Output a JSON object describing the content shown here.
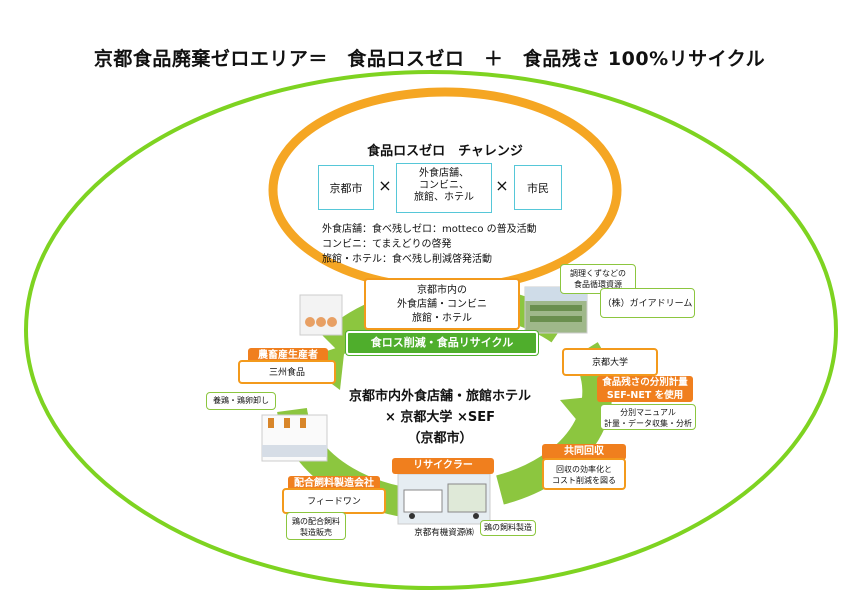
{
  "title": "京都食品廃棄ゼロエリア＝　食品ロスゼロ　＋　食品残さ 100%リサイクル",
  "challenge": {
    "heading": "食品ロスゼロ　チャレンジ",
    "actors": [
      "京都市",
      "外食店舗、\nコンビニ、\n旅館、ホテル",
      "市民"
    ],
    "times": "×",
    "lines": [
      "外食店舗：食べ残しゼロ：motteco の普及活動",
      "コンビニ：てまえどりの啓発",
      "旅館・ホテル：食べ残し削減啓発活動"
    ]
  },
  "top_box": "京都市内の\n外食店舗・コンビニ\n旅館・ホテル",
  "banner": "食ロス削減・食品リサイクル",
  "center": {
    "line1": "京都市内外食店舗・旅館ホテル",
    "line2": "× 京都大学 ×SEF",
    "line3": "（京都市）"
  },
  "right_top": {
    "note": "調理くずなどの\n食品循環資源",
    "company": "（株）ガイアドリーム"
  },
  "left_top": {
    "tag": "農畜産生産者",
    "name": "三州食品",
    "note": "養鶏・鶏卵卸し"
  },
  "right_mid": {
    "name": "京都大学",
    "tag": "食品残さの分別計量\nSEF-NET を使用",
    "note": "分別マニュアル\n計量・データ収集・分析"
  },
  "collect": {
    "tag": "共同回収",
    "note": "回収の効率化と\nコスト削減を図る"
  },
  "recycler": {
    "tag": "リサイクラー",
    "name": "京都有機資源㈱",
    "note": "鶏の飼料製造"
  },
  "feed": {
    "tag": "配合飼料製造会社",
    "name": "フィードワン",
    "note": "鶏の配合飼料\n製造販売"
  },
  "colors": {
    "outer_ring": "#7ed321",
    "inner_ring": "#f5a623",
    "arrow": "#8cc63f",
    "tag": "#f07f1e"
  }
}
